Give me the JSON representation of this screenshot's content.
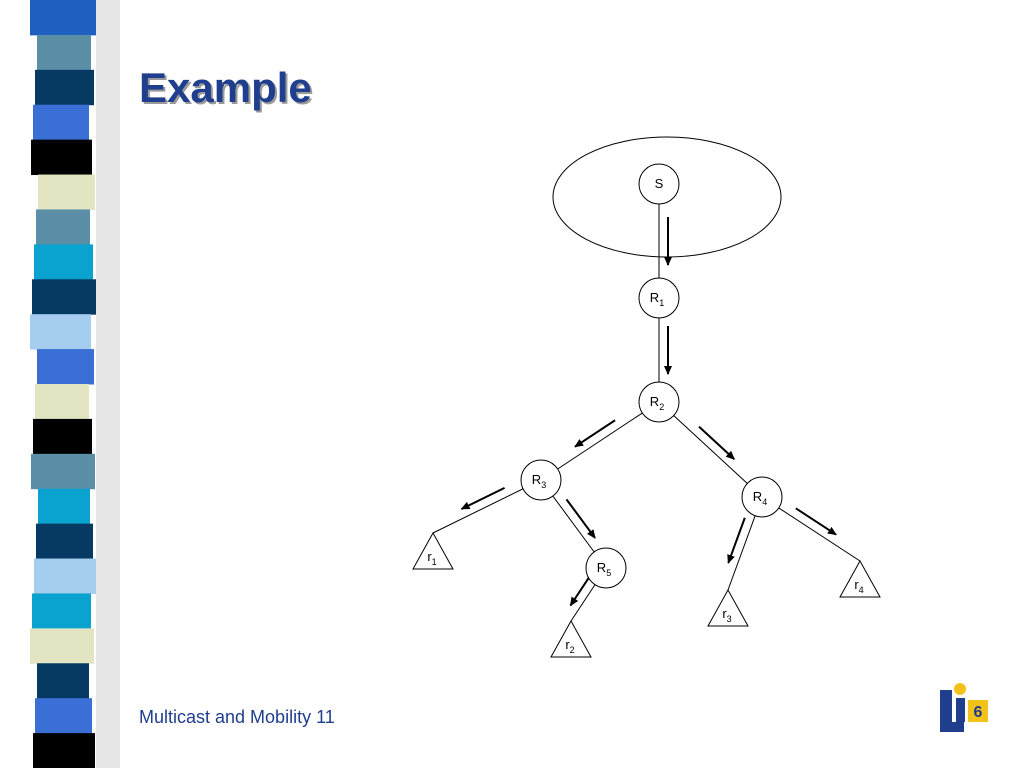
{
  "slide": {
    "title": "Example",
    "footer": "Multicast and Mobility 11"
  },
  "colors": {
    "title": "#1f3e8e",
    "footer": "#1f3e8e",
    "stripe": [
      "#1f5fbf",
      "#5b8fa8",
      "#063a63",
      "#3a6fd6",
      "#000000",
      "#e2e4c2",
      "#5b8fa8",
      "#0aa3d0",
      "#063a63",
      "#a4cdf0",
      "#3a6fd6",
      "#e2e4c2",
      "#000000",
      "#5b8fa8",
      "#0aa3d0",
      "#063a63",
      "#a4cdf0",
      "#0aa3d0",
      "#e2e4c2",
      "#063a63",
      "#3a6fd6",
      "#000000"
    ],
    "logo_blue": "#1f3e8e",
    "logo_yellow": "#f2c21a"
  },
  "diagram": {
    "nodes": [
      {
        "id": "S",
        "base": "S",
        "sub": ""
      },
      {
        "id": "R1",
        "base": "R",
        "sub": "1"
      },
      {
        "id": "R2",
        "base": "R",
        "sub": "2"
      },
      {
        "id": "R3",
        "base": "R",
        "sub": "3"
      },
      {
        "id": "R4",
        "base": "R",
        "sub": "4"
      },
      {
        "id": "R5",
        "base": "R",
        "sub": "5"
      }
    ],
    "leaves": [
      {
        "id": "r1",
        "base": "r",
        "sub": "1"
      },
      {
        "id": "r2",
        "base": "r",
        "sub": "2"
      },
      {
        "id": "r3",
        "base": "r",
        "sub": "3"
      },
      {
        "id": "r4",
        "base": "r",
        "sub": "4"
      }
    ],
    "edges": [
      [
        "S",
        "R1"
      ],
      [
        "R1",
        "R2"
      ],
      [
        "R2",
        "R3"
      ],
      [
        "R2",
        "R4"
      ],
      [
        "R3",
        "r1"
      ],
      [
        "R3",
        "R5"
      ],
      [
        "R5",
        "r2"
      ],
      [
        "R4",
        "r3"
      ],
      [
        "R4",
        "r4"
      ]
    ],
    "flow_arrows": [
      [
        "S",
        "R1"
      ],
      [
        "R1",
        "R2"
      ],
      [
        "R2",
        "R3"
      ],
      [
        "R2",
        "R4"
      ],
      [
        "R3",
        "r1"
      ],
      [
        "R3",
        "R5"
      ],
      [
        "R5",
        "r2"
      ],
      [
        "R4",
        "r3"
      ],
      [
        "R4",
        "r4"
      ]
    ],
    "source_region": "ellipse"
  }
}
